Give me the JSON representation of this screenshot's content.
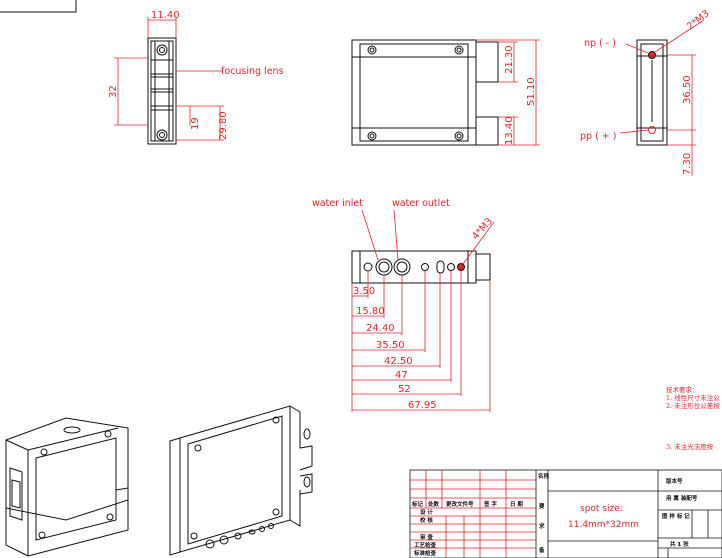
{
  "labels": {
    "focusing_lens": "focusing lens",
    "np": "np ( - )",
    "pp": "pp ( + )",
    "m3_side": "2*M3",
    "water_inlet": "water inlet",
    "water_outlet": "water outlet",
    "m3_bottom": "4*M3"
  },
  "dims": {
    "top_width": "11.40",
    "left_height": "32",
    "lower_19": "19",
    "lower_29": "29.80",
    "mid_21": "21.30",
    "mid_51": "51.10",
    "mid_13": "13.40",
    "side_36": "36.50",
    "side_7": "7.30",
    "horizontal": [
      "3.50",
      "15.80",
      "24.40",
      "35.50",
      "42.50",
      "47",
      "52",
      "67.95"
    ]
  },
  "notes": {
    "tech_title": "技术要求：",
    "tech_1": "1. 线性尺寸未注公",
    "tech_2": "2. 未注形位公差按",
    "tech_3": "3. 未注光洁度按"
  },
  "title_block": {
    "col_headers": [
      "标记",
      "处数",
      "更改文件号",
      "签 字",
      "日 期"
    ],
    "rows": [
      "设 计",
      "校 核",
      "审 查",
      "工艺检查",
      "标准检查"
    ],
    "name_label": "名称",
    "req_label": "要",
    "req_label2": "求",
    "note_label": "备",
    "spec_title": "spot size:",
    "spec_value": "11.4mm*32mm",
    "version": "版本号",
    "part_no": "用 属\n装配号",
    "drawing_mark": "图 样 标 记",
    "sheets": "共 1 张"
  },
  "colors": {
    "dimension": "#e0242b",
    "outline": "#111111"
  }
}
